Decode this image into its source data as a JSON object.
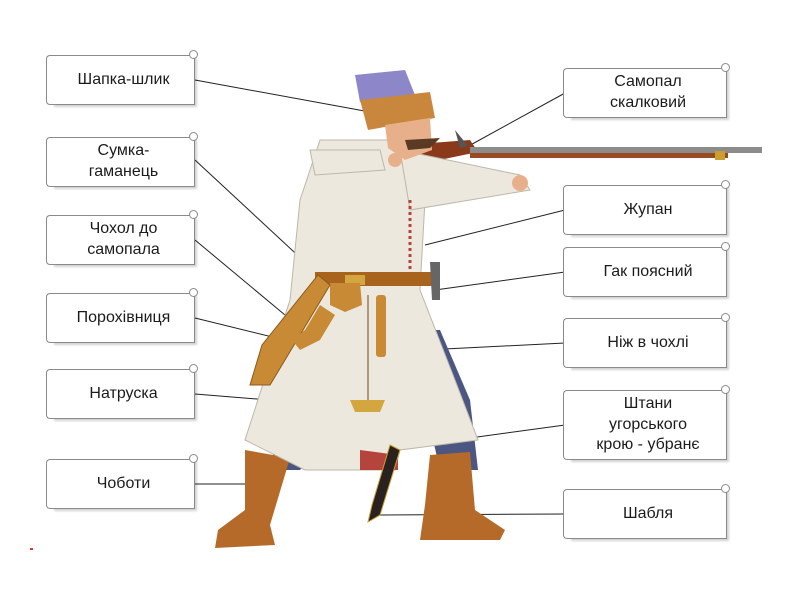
{
  "labels_left": [
    "Шапка-шлик",
    "Сумка-\nгаманець",
    "Чохол до\nсамопала",
    "Порохівниця",
    "Натруска",
    "Чоботи"
  ],
  "labels_right": [
    "Самопал\nскалковий",
    "Жупан",
    "Гак поясний",
    "Ніж в чохлі",
    "Штани\nугорського\nкрою - убранє",
    "Шабля"
  ],
  "colors": {
    "hat_top": "#8d86c9",
    "fur": "#c8873d",
    "coat": "#ece8de",
    "coat_trim": "#b5453c",
    "trousers": "#4b5682",
    "boots": "#b66a2a",
    "leather": "#a8641d",
    "gun_stock": "#8a3a1a",
    "gun_barrel": "#8c8c8c",
    "skin": "#e8b08a"
  }
}
